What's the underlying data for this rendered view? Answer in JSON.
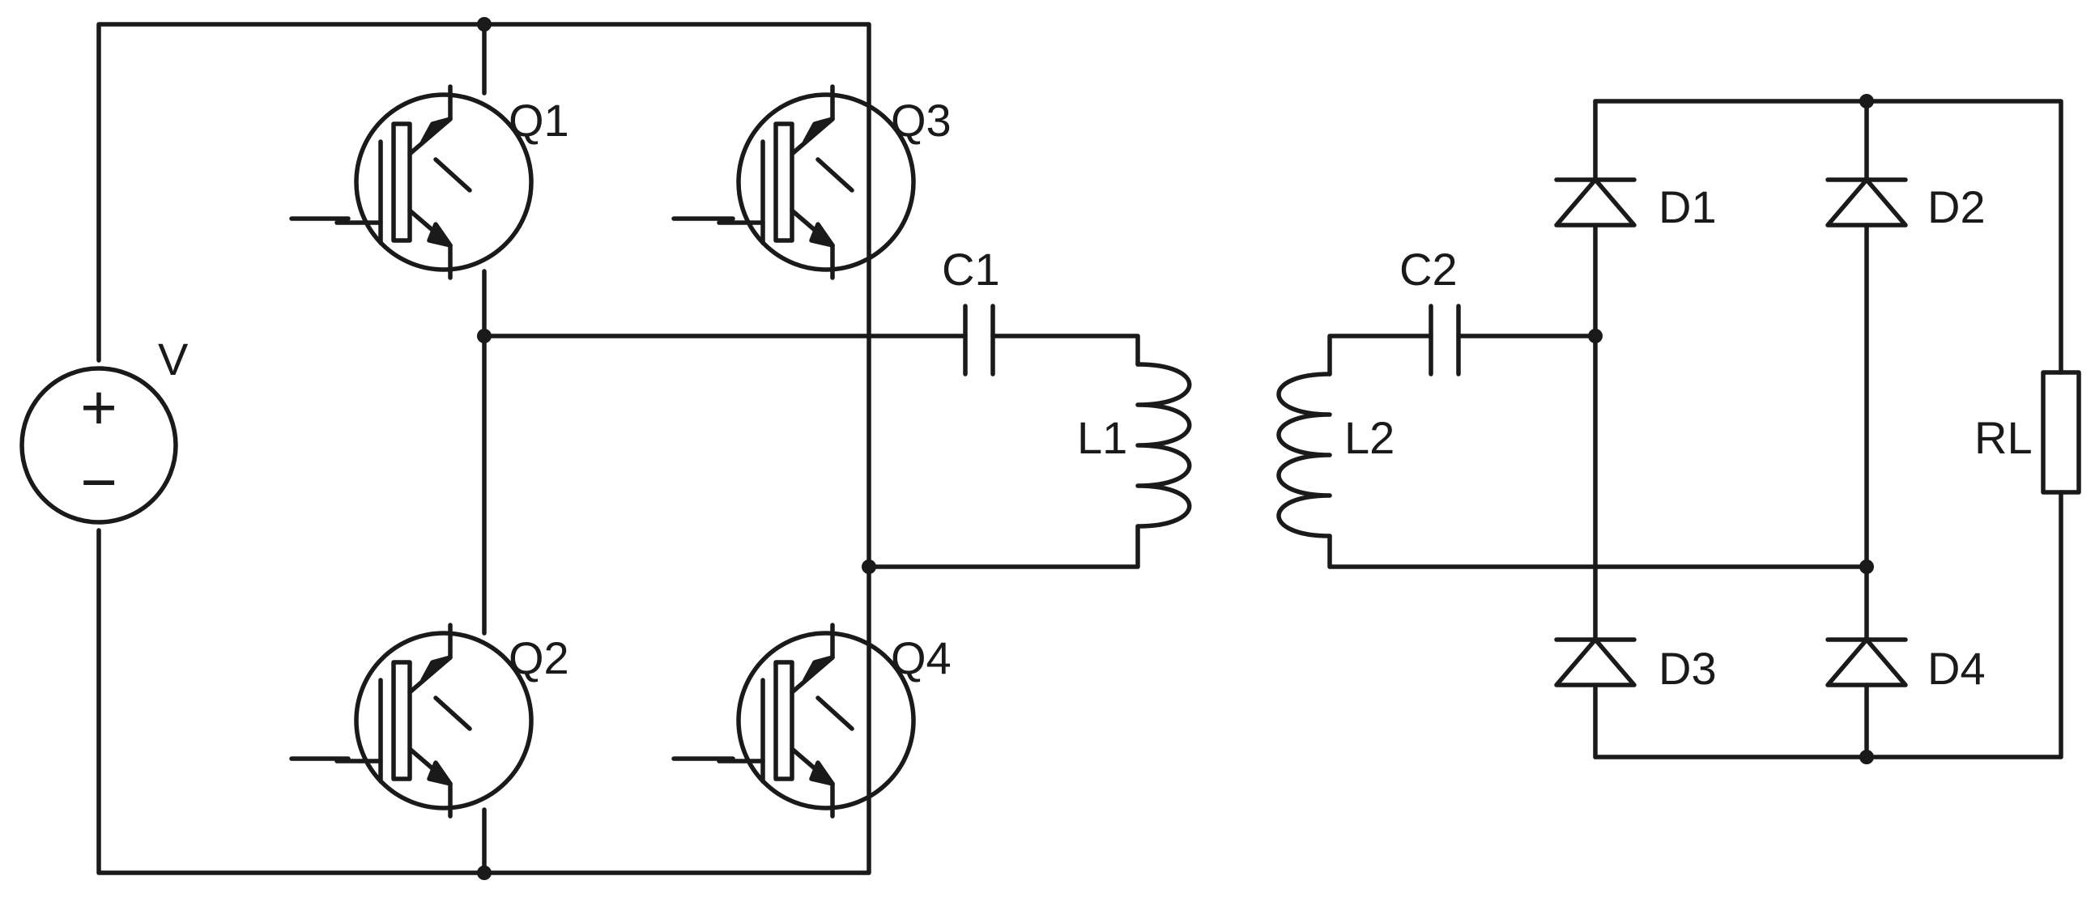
{
  "diagram": {
    "source_label": "V",
    "source_plus": "+",
    "source_minus": "−",
    "transistors": [
      "Q1",
      "Q2",
      "Q3",
      "Q4"
    ],
    "capacitors": [
      "C1",
      "C2"
    ],
    "inductors": [
      "L1",
      "L2"
    ],
    "diodes": [
      "D1",
      "D2",
      "D3",
      "D4"
    ],
    "load": "RL"
  }
}
